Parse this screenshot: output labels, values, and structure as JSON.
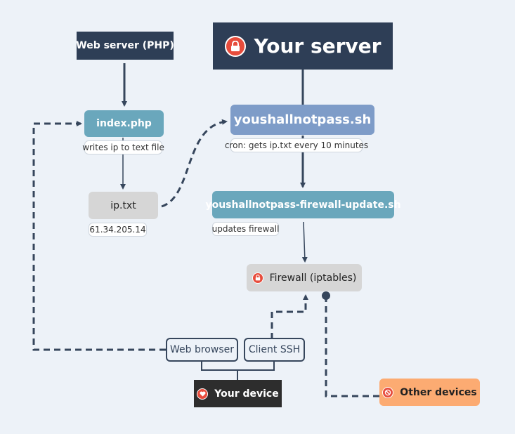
{
  "nodes": {
    "web_server": "Web server (PHP)",
    "your_server": "Your server",
    "index_php": "index.php",
    "youshallnotpass": "youshallnotpass.sh",
    "ip_txt": "ip.txt",
    "firewall_update": "youshallnotpass-firewall-update.sh",
    "firewall": "Firewall (iptables)",
    "web_browser": "Web browser",
    "client_ssh": "Client SSH",
    "your_device": "Your device",
    "other_devices": "Other devices"
  },
  "tags": {
    "writes_ip": "writes ip to text file",
    "cron": "cron: gets ip.txt every 10 minutes",
    "ip_value": "61.34.205.14",
    "updates_firewall": "updates firewall"
  },
  "icons": {
    "your_server": "lock-icon",
    "firewall": "lock-icon",
    "your_device": "heart-icon",
    "other_devices": "forbidden-icon"
  },
  "colors": {
    "background": "#edf2f8",
    "dark_node": "#2e3e56",
    "teal_node": "#6aa7bc",
    "blue_node": "#7e9cc8",
    "grey_node": "#d6d6d6",
    "orange_node": "#fcab72",
    "badge_red": "#e74c3c",
    "edge": "#36465c"
  }
}
